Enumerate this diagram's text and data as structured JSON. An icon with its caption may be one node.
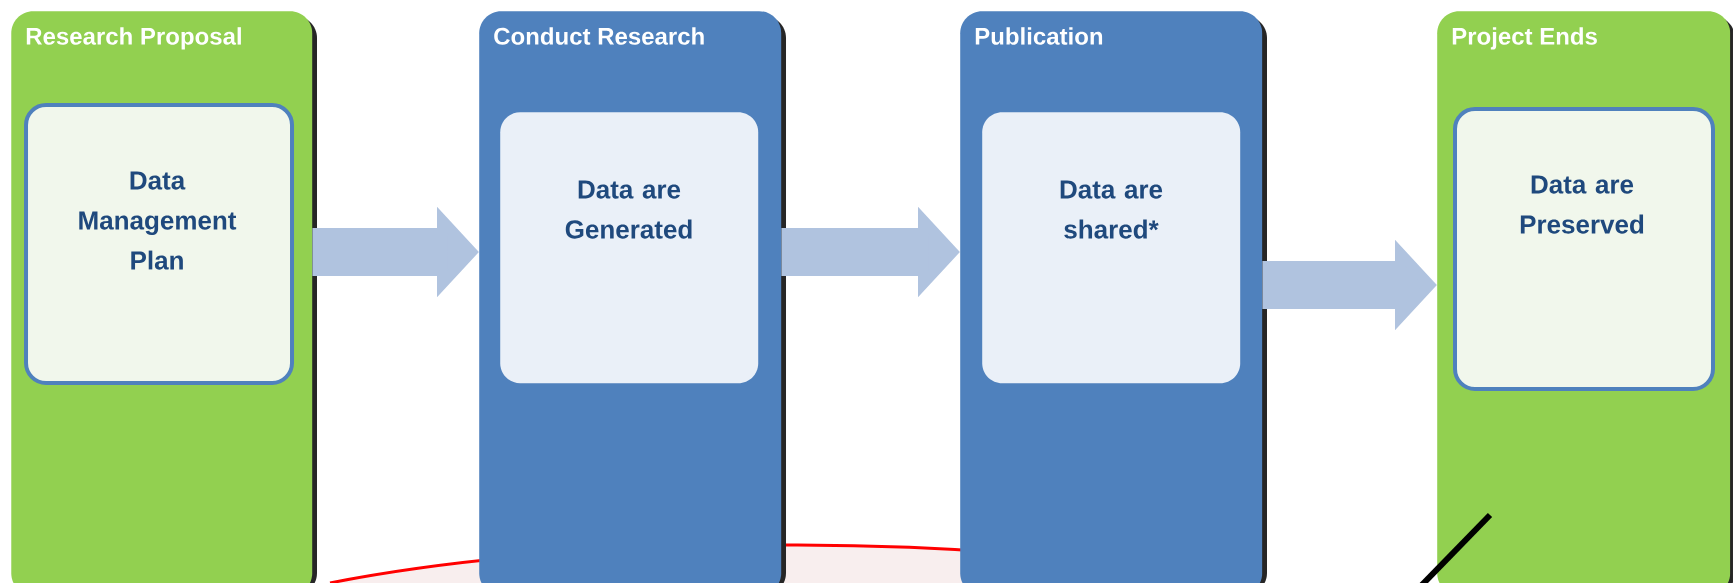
{
  "diagram": {
    "nodes": [
      {
        "text": [
          "Research Proposal"
        ]
      },
      {
        "text": [
          "Data Management Plan"
        ],
        "in": 0
      },
      {
        "text": [
          "Conduct Research"
        ]
      },
      {
        "text": [
          "Data are Generated"
        ],
        "in": 2
      },
      {
        "text": [
          "Publication"
        ]
      },
      {
        "text": [
          "Data are shared*"
        ],
        "in": 4
      },
      {
        "text": [
          "Project Ends"
        ]
      },
      {
        "text": [
          "Data are Preserved"
        ],
        "in": 6
      }
    ],
    "edges": [
      {
        "from": 0,
        "to": 2,
        "arrow": "to"
      },
      {
        "from": 2,
        "to": 4,
        "arrow": "to"
      },
      {
        "from": 4,
        "to": 6,
        "arrow": "to"
      }
    ]
  }
}
